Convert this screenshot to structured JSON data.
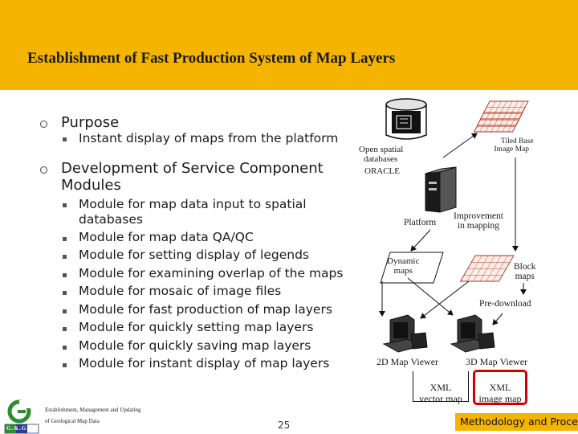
{
  "slide": {
    "title": "Establishment of Fast Production System of Map Layers",
    "page_number": "25",
    "footer_line1": "Establishment, Management and Updating",
    "footer_line2": "of Geological Map Data",
    "logo_text": "G.&.G.S",
    "section_tab": "Methodology and Procedure"
  },
  "bullets": {
    "purpose": {
      "label": "Purpose",
      "items": [
        "Instant display of maps from the platform"
      ]
    },
    "development": {
      "label_line1": "Development of Service Component",
      "label_line2": "Modules",
      "items": [
        "Module for map data input to spatial",
        "databases",
        "Module for map data QA/QC",
        "Module for setting display of legends",
        "Module for examining overlap of the maps",
        "Module for mosaic of image files",
        "Module for fast production of map layers",
        "Module for quickly setting map layers",
        "Module for quickly saving map layers",
        "Module for instant display of map layers"
      ]
    }
  },
  "diagram": {
    "open_spatial_1": "Open spatial",
    "open_spatial_2": "databases",
    "oracle": "ORACLE",
    "tiled_1": "Tiled Base",
    "tiled_2": "Image Map",
    "platform": "Platform",
    "improvement_1": "Improvement",
    "improvement_2": "in mapping",
    "dynamic_1": "Dynamic",
    "dynamic_2": "maps",
    "block_1": "Block",
    "block_2": "maps",
    "predownload": "Pre-download",
    "viewer_2d": "2D Map Viewer",
    "viewer_3d": "3D Map Viewer",
    "xml_vector_1": "XML",
    "xml_vector_2": "vector map",
    "xml_image_1": "XML",
    "xml_image_2": "image map",
    "highlight_color": "#d40000",
    "header_color": "#f5b400"
  }
}
